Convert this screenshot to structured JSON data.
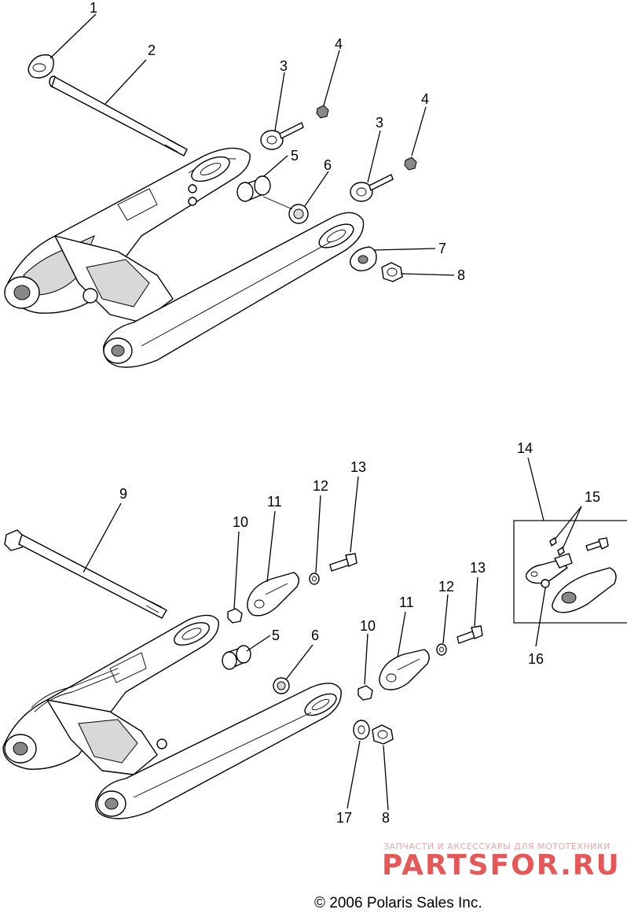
{
  "callouts_top": [
    "1",
    "2",
    "3",
    "4",
    "3",
    "4",
    "5",
    "6",
    "7",
    "8"
  ],
  "callouts_bottom": [
    "9",
    "10",
    "11",
    "12",
    "13",
    "5",
    "6",
    "10",
    "11",
    "12",
    "13",
    "14",
    "15",
    "16",
    "17",
    "8"
  ],
  "watermark": {
    "line1": "ЗАПЧАСТИ И АКСЕССУАРЫ ДЛЯ МОТОТЕХНИКИ",
    "line2": "PARTSFOR.RU"
  },
  "copyright": "© 2006 Polaris Sales Inc."
}
